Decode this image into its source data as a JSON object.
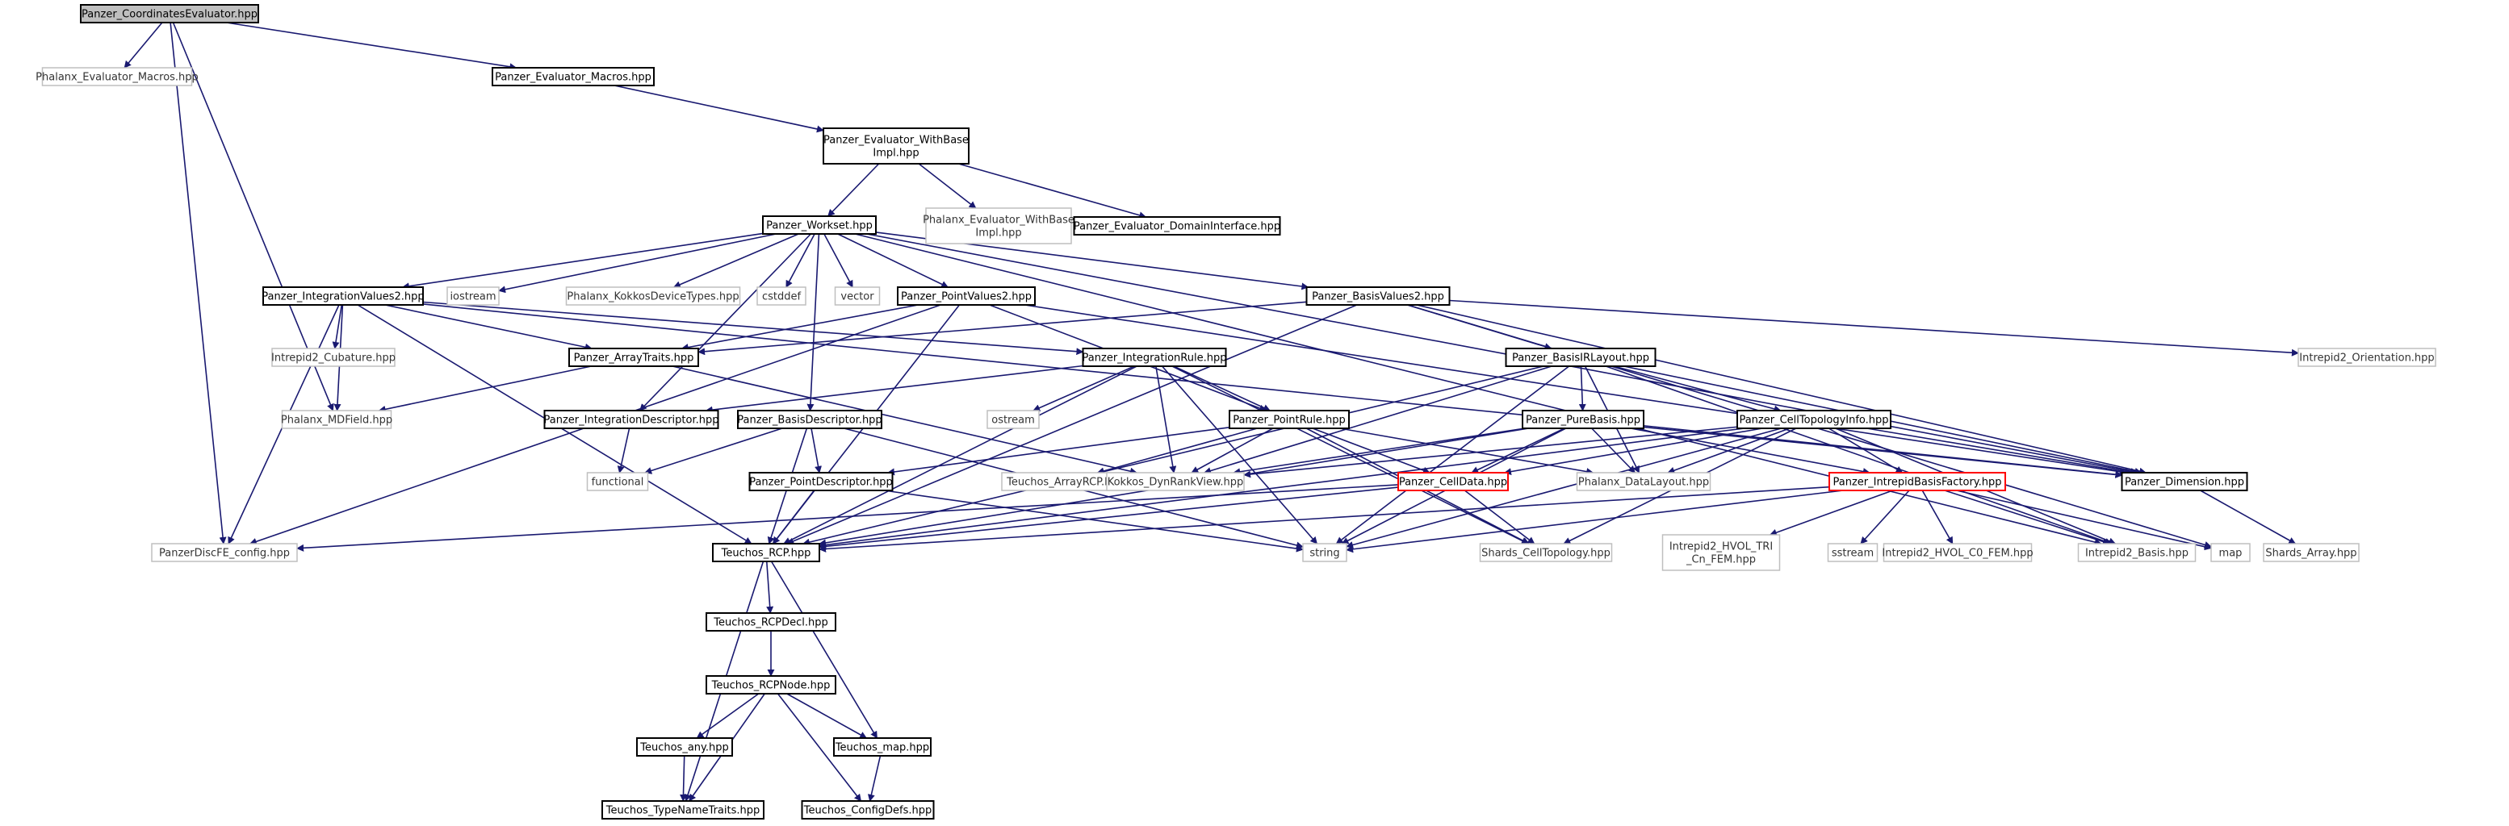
{
  "diagram": {
    "edge_color": "#191970",
    "external_border_color": "#bfbfbf",
    "undocumented_border_color": "#ff0000",
    "root_fill": "#bfbfbf",
    "nodes": [
      {
        "id": "root",
        "lines": [
          "Panzer_CoordinatesEvaluator.hpp"
        ],
        "style": "root"
      },
      {
        "id": "phx_eval_macros",
        "lines": [
          "Phalanx_Evaluator_Macros.hpp"
        ],
        "style": "ext"
      },
      {
        "id": "pz_eval_macros",
        "lines": [
          "Panzer_Evaluator_Macros.hpp"
        ],
        "style": "normal"
      },
      {
        "id": "pz_ewb_impl",
        "lines": [
          "Panzer_Evaluator_WithBase",
          "Impl.hpp"
        ],
        "style": "normal"
      },
      {
        "id": "phx_ewb_impl",
        "lines": [
          "Phalanx_Evaluator_WithBase",
          "Impl.hpp"
        ],
        "style": "ext"
      },
      {
        "id": "pz_domain_iface",
        "lines": [
          "Panzer_Evaluator_DomainInterface.hpp"
        ],
        "style": "normal"
      },
      {
        "id": "pz_workset",
        "lines": [
          "Panzer_Workset.hpp"
        ],
        "style": "normal"
      },
      {
        "id": "pz_intvalues2",
        "lines": [
          "Panzer_IntegrationValues2.hpp"
        ],
        "style": "normal"
      },
      {
        "id": "iostream",
        "lines": [
          "iostream"
        ],
        "style": "ext"
      },
      {
        "id": "phx_kokkos_types",
        "lines": [
          "Phalanx_KokkosDeviceTypes.hpp"
        ],
        "style": "ext"
      },
      {
        "id": "cstddef",
        "lines": [
          "cstddef"
        ],
        "style": "ext"
      },
      {
        "id": "vector",
        "lines": [
          "vector"
        ],
        "style": "ext"
      },
      {
        "id": "pz_pointvalues2",
        "lines": [
          "Panzer_PointValues2.hpp"
        ],
        "style": "normal"
      },
      {
        "id": "pz_basisvalues2",
        "lines": [
          "Panzer_BasisValues2.hpp"
        ],
        "style": "normal"
      },
      {
        "id": "intrepid2_cubature",
        "lines": [
          "Intrepid2_Cubature.hpp"
        ],
        "style": "ext"
      },
      {
        "id": "pz_arraytraits",
        "lines": [
          "Panzer_ArrayTraits.hpp"
        ],
        "style": "normal"
      },
      {
        "id": "pz_intrule",
        "lines": [
          "Panzer_IntegrationRule.hpp"
        ],
        "style": "normal"
      },
      {
        "id": "pz_basisirlayout",
        "lines": [
          "Panzer_BasisIRLayout.hpp"
        ],
        "style": "normal"
      },
      {
        "id": "intrepid2_orient",
        "lines": [
          "Intrepid2_Orientation.hpp"
        ],
        "style": "ext"
      },
      {
        "id": "phx_mdfield",
        "lines": [
          "Phalanx_MDField.hpp"
        ],
        "style": "ext"
      },
      {
        "id": "pz_intdesc",
        "lines": [
          "Panzer_IntegrationDescriptor.hpp"
        ],
        "style": "normal"
      },
      {
        "id": "pz_basisdesc",
        "lines": [
          "Panzer_BasisDescriptor.hpp"
        ],
        "style": "normal"
      },
      {
        "id": "ostream",
        "lines": [
          "ostream"
        ],
        "style": "ext"
      },
      {
        "id": "pz_pointrule",
        "lines": [
          "Panzer_PointRule.hpp"
        ],
        "style": "normal"
      },
      {
        "id": "pz_purebasis",
        "lines": [
          "Panzer_PureBasis.hpp"
        ],
        "style": "normal"
      },
      {
        "id": "pz_celltopoinfo",
        "lines": [
          "Panzer_CellTopologyInfo.hpp"
        ],
        "style": "normal"
      },
      {
        "id": "functional",
        "lines": [
          "functional"
        ],
        "style": "ext"
      },
      {
        "id": "pz_pointdesc",
        "lines": [
          "Panzer_PointDescriptor.hpp"
        ],
        "style": "normal"
      },
      {
        "id": "teuchos_arrayrcp",
        "lines": [
          "Teuchos_ArrayRCP.hpp"
        ],
        "style": "ext"
      },
      {
        "id": "kokkos_dynrank",
        "lines": [
          "Kokkos_DynRankView.hpp"
        ],
        "style": "ext"
      },
      {
        "id": "pz_celldata",
        "lines": [
          "Panzer_CellData.hpp"
        ],
        "style": "red"
      },
      {
        "id": "phx_datalayout",
        "lines": [
          "Phalanx_DataLayout.hpp"
        ],
        "style": "ext"
      },
      {
        "id": "pz_intrepidfactory",
        "lines": [
          "Panzer_IntrepidBasisFactory.hpp"
        ],
        "style": "red"
      },
      {
        "id": "pz_dimension",
        "lines": [
          "Panzer_Dimension.hpp"
        ],
        "style": "normal"
      },
      {
        "id": "pz_discfe_config",
        "lines": [
          "PanzerDiscFE_config.hpp"
        ],
        "style": "ext"
      },
      {
        "id": "teuchos_rcp",
        "lines": [
          "Teuchos_RCP.hpp"
        ],
        "style": "normal"
      },
      {
        "id": "string",
        "lines": [
          "string"
        ],
        "style": "ext"
      },
      {
        "id": "shards_celltopo",
        "lines": [
          "Shards_CellTopology.hpp"
        ],
        "style": "ext"
      },
      {
        "id": "intrepid2_hvol_tri",
        "lines": [
          "Intrepid2_HVOL_TRI",
          "_Cn_FEM.hpp"
        ],
        "style": "ext"
      },
      {
        "id": "sstream",
        "lines": [
          "sstream"
        ],
        "style": "ext"
      },
      {
        "id": "intrepid2_hvol_c0",
        "lines": [
          "Intrepid2_HVOL_C0_FEM.hpp"
        ],
        "style": "ext"
      },
      {
        "id": "intrepid2_basis",
        "lines": [
          "Intrepid2_Basis.hpp"
        ],
        "style": "ext"
      },
      {
        "id": "map",
        "lines": [
          "map"
        ],
        "style": "ext"
      },
      {
        "id": "shards_array",
        "lines": [
          "Shards_Array.hpp"
        ],
        "style": "ext"
      },
      {
        "id": "teuchos_rcpdecl",
        "lines": [
          "Teuchos_RCPDecl.hpp"
        ],
        "style": "normal"
      },
      {
        "id": "teuchos_rcpnode",
        "lines": [
          "Teuchos_RCPNode.hpp"
        ],
        "style": "normal"
      },
      {
        "id": "teuchos_any",
        "lines": [
          "Teuchos_any.hpp"
        ],
        "style": "normal"
      },
      {
        "id": "teuchos_map",
        "lines": [
          "Teuchos_map.hpp"
        ],
        "style": "normal"
      },
      {
        "id": "teuchos_typenametraits",
        "lines": [
          "Teuchos_TypeNameTraits.hpp"
        ],
        "style": "normal"
      },
      {
        "id": "teuchos_configdefs",
        "lines": [
          "Teuchos_ConfigDefs.hpp"
        ],
        "style": "normal"
      }
    ],
    "edges": [
      [
        "root",
        "phx_eval_macros"
      ],
      [
        "root",
        "pz_eval_macros"
      ],
      [
        "root",
        "phx_mdfield"
      ],
      [
        "root",
        "pz_discfe_config"
      ],
      [
        "pz_eval_macros",
        "pz_ewb_impl"
      ],
      [
        "pz_ewb_impl",
        "pz_workset"
      ],
      [
        "pz_ewb_impl",
        "phx_ewb_impl"
      ],
      [
        "pz_ewb_impl",
        "pz_domain_iface"
      ],
      [
        "pz_workset",
        "pz_intvalues2"
      ],
      [
        "pz_workset",
        "iostream"
      ],
      [
        "pz_workset",
        "phx_kokkos_types"
      ],
      [
        "pz_workset",
        "cstddef"
      ],
      [
        "pz_workset",
        "vector"
      ],
      [
        "pz_workset",
        "pz_pointvalues2"
      ],
      [
        "pz_workset",
        "pz_basisvalues2"
      ],
      [
        "pz_workset",
        "pz_intdesc"
      ],
      [
        "pz_workset",
        "pz_basisdesc"
      ],
      [
        "pz_workset",
        "pz_dimension"
      ],
      [
        "pz_workset",
        "intrepid2_basis"
      ],
      [
        "pz_intvalues2",
        "intrepid2_cubature"
      ],
      [
        "pz_intvalues2",
        "phx_mdfield"
      ],
      [
        "pz_intvalues2",
        "pz_arraytraits"
      ],
      [
        "pz_intvalues2",
        "pz_intrule"
      ],
      [
        "pz_intvalues2",
        "pz_discfe_config"
      ],
      [
        "pz_intvalues2",
        "teuchos_rcp"
      ],
      [
        "pz_intvalues2",
        "pz_dimension"
      ],
      [
        "pz_pointvalues2",
        "pz_arraytraits"
      ],
      [
        "pz_pointvalues2",
        "pz_pointrule"
      ],
      [
        "pz_pointvalues2",
        "pz_discfe_config"
      ],
      [
        "pz_pointvalues2",
        "teuchos_rcp"
      ],
      [
        "pz_pointvalues2",
        "pz_dimension"
      ],
      [
        "pz_basisvalues2",
        "pz_arraytraits"
      ],
      [
        "pz_basisvalues2",
        "pz_basisirlayout"
      ],
      [
        "pz_basisvalues2",
        "intrepid2_orient"
      ],
      [
        "pz_basisvalues2",
        "teuchos_rcp"
      ],
      [
        "pz_basisvalues2",
        "map"
      ],
      [
        "pz_basisvalues2",
        "pz_dimension"
      ],
      [
        "pz_arraytraits",
        "phx_mdfield"
      ],
      [
        "pz_arraytraits",
        "kokkos_dynrank"
      ],
      [
        "pz_intrule",
        "pz_intdesc"
      ],
      [
        "pz_intrule",
        "ostream"
      ],
      [
        "pz_intrule",
        "pz_pointrule"
      ],
      [
        "pz_intrule",
        "kokkos_dynrank"
      ],
      [
        "pz_intrule",
        "teuchos_rcp"
      ],
      [
        "pz_intrule",
        "string"
      ],
      [
        "pz_intrule",
        "shards_celltopo"
      ],
      [
        "pz_basisirlayout",
        "pz_purebasis"
      ],
      [
        "pz_basisirlayout",
        "pz_celltopoinfo"
      ],
      [
        "pz_basisirlayout",
        "phx_datalayout"
      ],
      [
        "pz_basisirlayout",
        "kokkos_dynrank"
      ],
      [
        "pz_basisirlayout",
        "teuchos_rcp"
      ],
      [
        "pz_basisirlayout",
        "string"
      ],
      [
        "pz_basisirlayout",
        "pz_dimension"
      ],
      [
        "pz_basisirlayout",
        "intrepid2_basis"
      ],
      [
        "pz_intdesc",
        "functional"
      ],
      [
        "pz_basisdesc",
        "functional"
      ],
      [
        "pz_basisdesc",
        "pz_pointdesc"
      ],
      [
        "pz_basisdesc",
        "teuchos_rcp"
      ],
      [
        "pz_basisdesc",
        "string"
      ],
      [
        "pz_pointrule",
        "teuchos_arrayrcp"
      ],
      [
        "pz_pointrule",
        "kokkos_dynrank"
      ],
      [
        "pz_pointrule",
        "phx_datalayout"
      ],
      [
        "pz_pointrule",
        "pz_pointdesc"
      ],
      [
        "pz_pointrule",
        "shards_celltopo"
      ],
      [
        "pz_pointrule",
        "pz_celldata"
      ],
      [
        "pz_purebasis",
        "pz_celldata"
      ],
      [
        "pz_purebasis",
        "phx_datalayout"
      ],
      [
        "pz_purebasis",
        "pz_intrepidfactory"
      ],
      [
        "pz_purebasis",
        "kokkos_dynrank"
      ],
      [
        "pz_purebasis",
        "teuchos_rcp"
      ],
      [
        "pz_purebasis",
        "string"
      ],
      [
        "pz_purebasis",
        "pz_dimension"
      ],
      [
        "pz_celltopoinfo",
        "pz_celldata"
      ],
      [
        "pz_celltopoinfo",
        "phx_datalayout"
      ],
      [
        "pz_celltopoinfo",
        "kokkos_dynrank"
      ],
      [
        "pz_celltopoinfo",
        "teuchos_rcp"
      ],
      [
        "pz_celltopoinfo",
        "string"
      ],
      [
        "pz_celltopoinfo",
        "shards_celltopo"
      ],
      [
        "pz_celltopoinfo",
        "pz_dimension"
      ],
      [
        "pz_celltopoinfo",
        "intrepid2_basis"
      ],
      [
        "pz_celltopoinfo",
        "pz_intrepidfactory"
      ],
      [
        "pz_pointdesc",
        "teuchos_rcp"
      ],
      [
        "pz_pointdesc",
        "string"
      ],
      [
        "pz_celldata",
        "teuchos_rcp"
      ],
      [
        "pz_celldata",
        "shards_celltopo"
      ],
      [
        "pz_celldata",
        "pz_discfe_config"
      ],
      [
        "pz_intrepidfactory",
        "teuchos_rcp"
      ],
      [
        "pz_intrepidfactory",
        "string"
      ],
      [
        "pz_intrepidfactory",
        "sstream"
      ],
      [
        "pz_intrepidfactory",
        "intrepid2_hvol_tri"
      ],
      [
        "pz_intrepidfactory",
        "intrepid2_hvol_c0"
      ],
      [
        "pz_intrepidfactory",
        "intrepid2_basis"
      ],
      [
        "pz_intrepidfactory",
        "map"
      ],
      [
        "pz_dimension",
        "shards_array"
      ],
      [
        "teuchos_rcp",
        "teuchos_rcpdecl"
      ],
      [
        "teuchos_rcp",
        "teuchos_map"
      ],
      [
        "teuchos_rcp",
        "teuchos_typenametraits"
      ],
      [
        "teuchos_rcpdecl",
        "teuchos_rcpnode"
      ],
      [
        "teuchos_rcpnode",
        "teuchos_any"
      ],
      [
        "teuchos_rcpnode",
        "teuchos_map"
      ],
      [
        "teuchos_rcpnode",
        "teuchos_typenametraits"
      ],
      [
        "teuchos_rcpnode",
        "teuchos_configdefs"
      ],
      [
        "teuchos_any",
        "teuchos_typenametraits"
      ],
      [
        "teuchos_map",
        "teuchos_configdefs"
      ]
    ]
  }
}
